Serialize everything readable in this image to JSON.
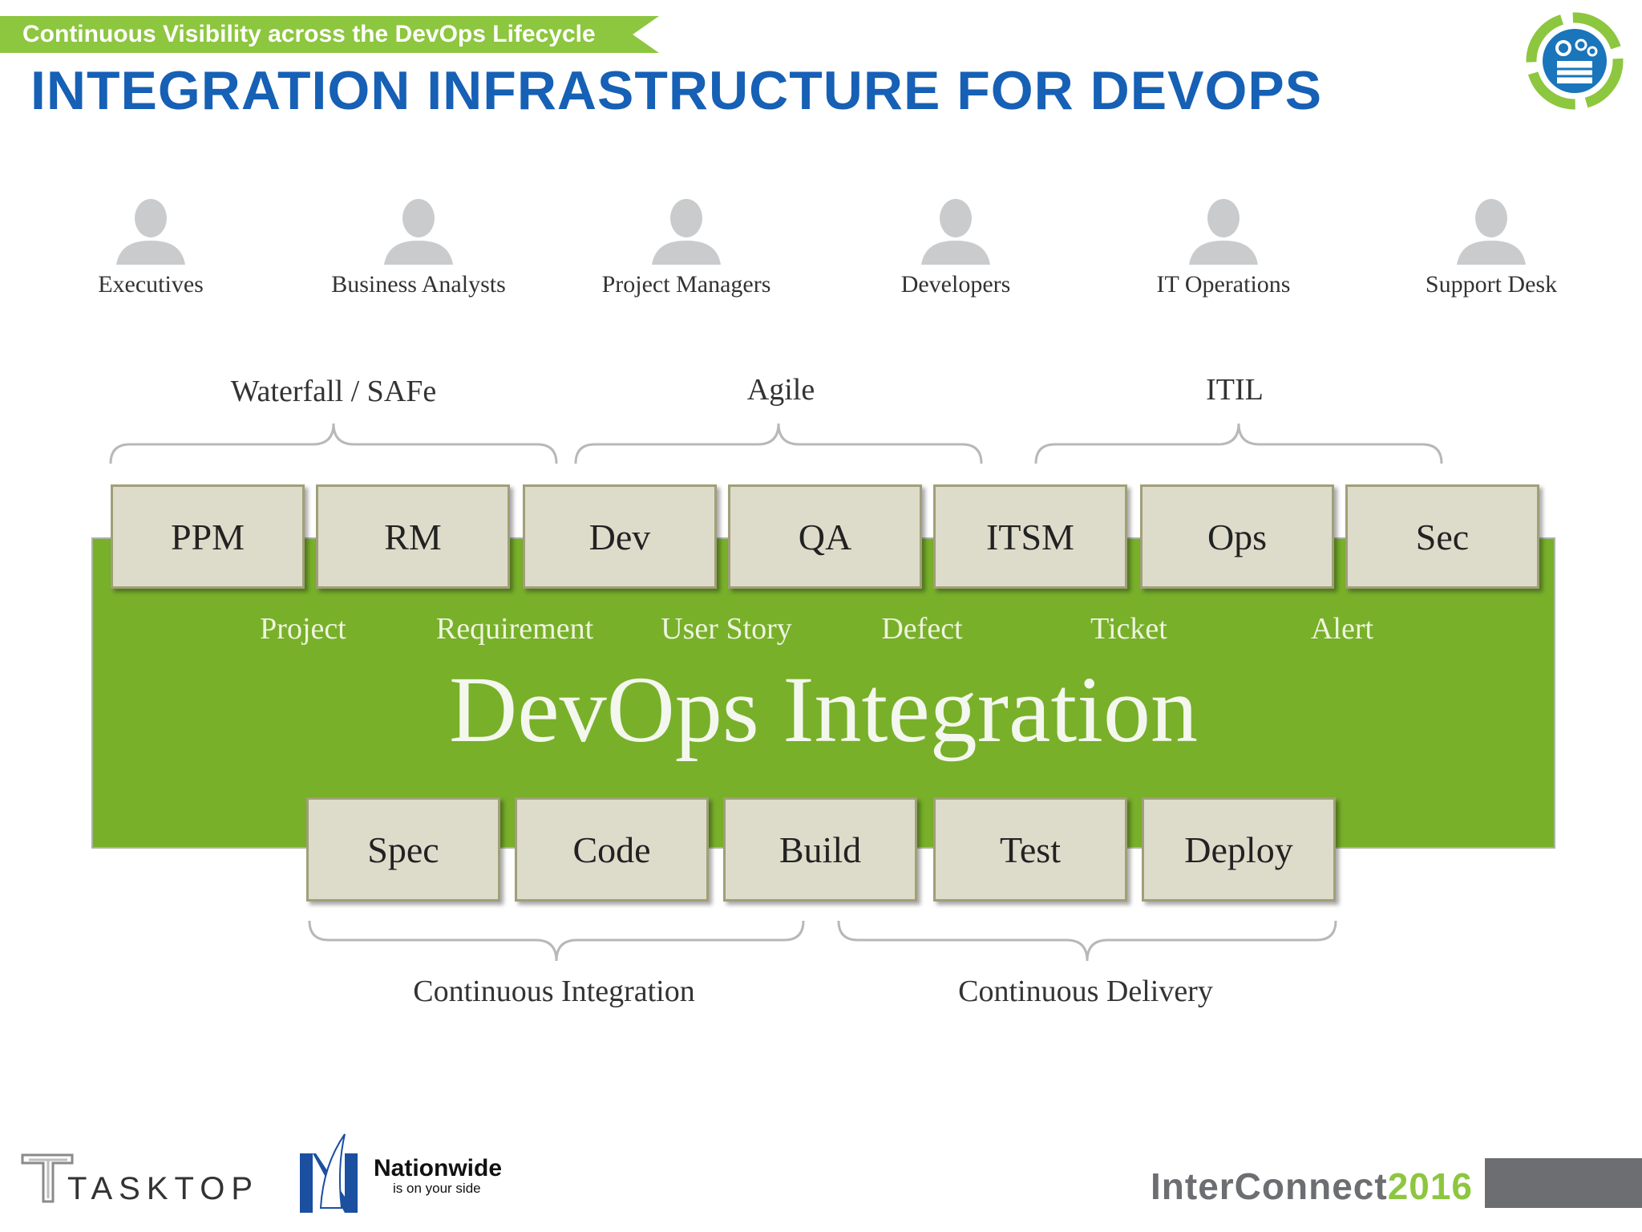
{
  "header": {
    "ribbon_text": "Continuous Visibility across the DevOps Lifecycle",
    "title": "INTEGRATION INFRASTRUCTURE FOR DEVOPS"
  },
  "roles": [
    "Executives",
    "Business Analysts",
    "Project Managers",
    "Developers",
    "IT Operations",
    "Support Desk"
  ],
  "top_groups": [
    "Waterfall / SAFe",
    "Agile",
    "ITIL"
  ],
  "top_tools": [
    "PPM",
    "RM",
    "Dev",
    "QA",
    "ITSM",
    "Ops",
    "Sec"
  ],
  "artifacts": [
    "Project",
    "Requirement",
    "User Story",
    "Defect",
    "Ticket",
    "Alert"
  ],
  "integration_label": "DevOps Integration",
  "bottom_stages": [
    "Spec",
    "Code",
    "Build",
    "Test",
    "Deploy"
  ],
  "bottom_groups": [
    "Continuous Integration",
    "Continuous Delivery"
  ],
  "footer": {
    "tasktop": "TASKTOP",
    "nationwide_name": "Nationwide",
    "nationwide_tagline": "is on your side",
    "interconnect_a": "InterConnect",
    "interconnect_b": "2016"
  },
  "colors": {
    "ribbon": "#8dc63f",
    "title": "#1660b5",
    "band": "#78b02a",
    "box": "#dddccb"
  },
  "icons": [
    "person-silhouette-icon",
    "devops-cycle-logo",
    "tasktop-logo",
    "nationwide-eagle-logo"
  ]
}
